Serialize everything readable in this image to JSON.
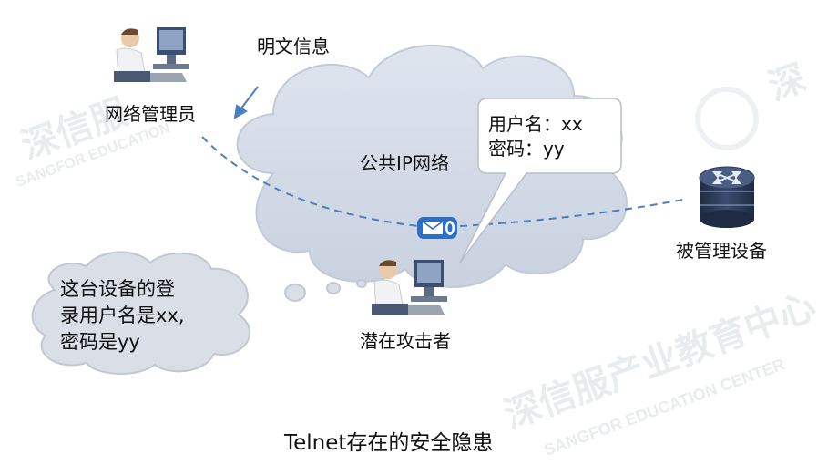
{
  "labels": {
    "plaintext": "明文信息",
    "admin": "网络管理员",
    "network": "公共IP网络",
    "device": "被管理设备",
    "attacker": "潜在攻击者"
  },
  "speech": {
    "line1": "用户名：xx",
    "line2": "密码：yy"
  },
  "thought": {
    "line1": "这台设备的登",
    "line2": "录用户名是xx,",
    "line3": "密码是yy"
  },
  "caption": "Telnet存在的安全隐患",
  "watermark": {
    "cn": "深信服产业教育中心",
    "en": "SANGFOR EDUCATION CENTER"
  },
  "colors": {
    "cloud_fill": "#d6dde9",
    "cloud_stroke": "#c2cad8",
    "dashed_line": "#4a7fc1",
    "device_dark": "#2b3a55",
    "envelope": "#2d6fc7"
  }
}
